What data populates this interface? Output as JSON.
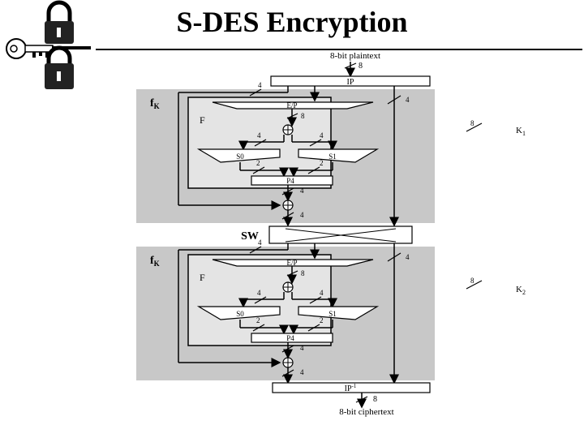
{
  "title": "S-DES Encryption",
  "input": {
    "label": "8-bit plaintext",
    "width": "8"
  },
  "ip_label": "IP",
  "ipinv_label": "IP",
  "ipinv_sup": "-1",
  "output": {
    "label": "8-bit ciphertext",
    "width": "8"
  },
  "sw_label": "SW",
  "rounds": [
    {
      "fk_label": "f",
      "fk_sub": "K",
      "f_label": "F",
      "ep_label": "E/P",
      "s0": "S0",
      "s1": "S1",
      "p4": "P4",
      "key": "K",
      "key_sub": "1",
      "key_width": "8"
    },
    {
      "fk_label": "f",
      "fk_sub": "K",
      "f_label": "F",
      "ep_label": "E/P",
      "s0": "S0",
      "s1": "S1",
      "p4": "P4",
      "key": "K",
      "key_sub": "2",
      "key_width": "8"
    }
  ],
  "bit_labels": {
    "four": "4",
    "eight": "8",
    "two": "2"
  },
  "colors": {
    "round_bg": "#c8c8c8",
    "f_bg": "#e4e4e4",
    "line": "#000000",
    "title": "#000000"
  }
}
